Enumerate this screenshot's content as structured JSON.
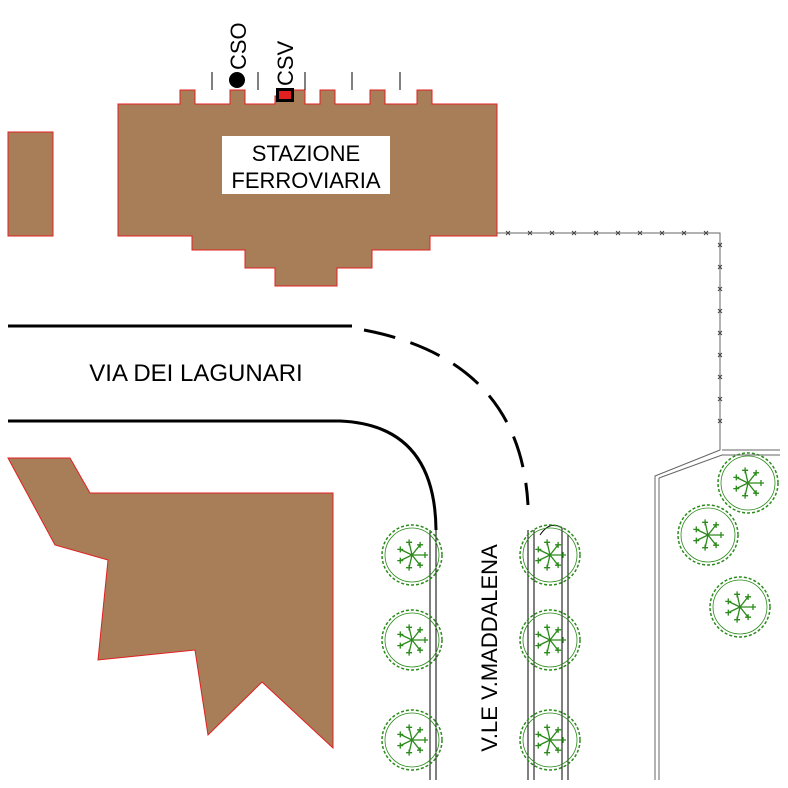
{
  "map": {
    "building_fill": "#a77e58",
    "building_outline": "#e02020",
    "tree_color": "#2a8a1a",
    "station_label": {
      "line1": "STAZIONE",
      "line2": "FERROVIARIA"
    },
    "street_horizontal": "VIA DEI LAGUNARI",
    "street_vertical": "V.LE V.MADDALENA",
    "markers": [
      {
        "label": "CSO",
        "symbol": "filled-circle",
        "color": "#000000"
      },
      {
        "label": "CSV",
        "symbol": "red-rectangle",
        "color": "#e02020"
      }
    ]
  }
}
